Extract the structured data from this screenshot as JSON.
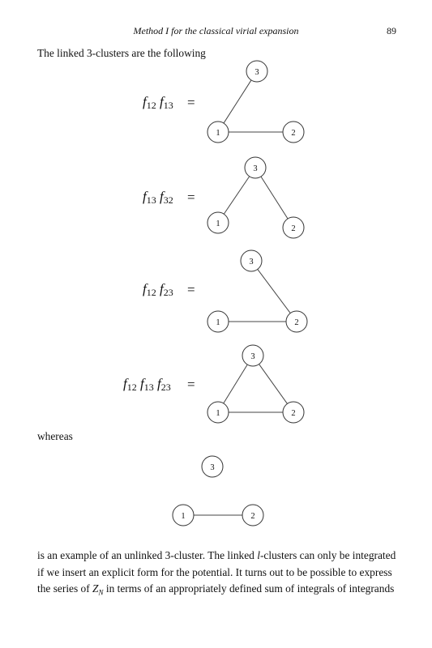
{
  "header": {
    "title": "Method I for the classical virial expansion",
    "page_number": "89"
  },
  "intro_text": "The linked 3-clusters are the following",
  "equals_sign": "=",
  "formulas": [
    {
      "factors": [
        [
          "f",
          "12"
        ],
        [
          "f",
          "13"
        ]
      ]
    },
    {
      "factors": [
        [
          "f",
          "13"
        ],
        [
          "f",
          "32"
        ]
      ]
    },
    {
      "factors": [
        [
          "f",
          "12"
        ],
        [
          "f",
          "23"
        ]
      ]
    },
    {
      "factors": [
        [
          "f",
          "12"
        ],
        [
          "f",
          "13"
        ],
        [
          "f",
          "23"
        ]
      ]
    }
  ],
  "whereas_text": "whereas",
  "node_labels": [
    "1",
    "2",
    "3"
  ],
  "diagrams": [
    {
      "edges": [
        [
          "1",
          "3"
        ],
        [
          "1",
          "2"
        ]
      ]
    },
    {
      "edges": [
        [
          "1",
          "3"
        ],
        [
          "3",
          "2"
        ]
      ]
    },
    {
      "edges": [
        [
          "3",
          "2"
        ],
        [
          "1",
          "2"
        ]
      ]
    },
    {
      "edges": [
        [
          "1",
          "3"
        ],
        [
          "3",
          "2"
        ],
        [
          "1",
          "2"
        ]
      ]
    },
    {
      "edges": [
        [
          "1",
          "2"
        ]
      ]
    }
  ],
  "closing": {
    "line1": "is an example of an unlinked 3-cluster. The linked ",
    "line1_var": "l",
    "line1_end": "-clusters can only be integrated",
    "line2": "if we insert an explicit form for the potential. It turns out to be possible to express",
    "line3_start": "the series of ",
    "line3_var": "Z",
    "line3_sub": "N",
    "line3_end": " in terms of an appropriately defined sum of integrals of integrands"
  }
}
